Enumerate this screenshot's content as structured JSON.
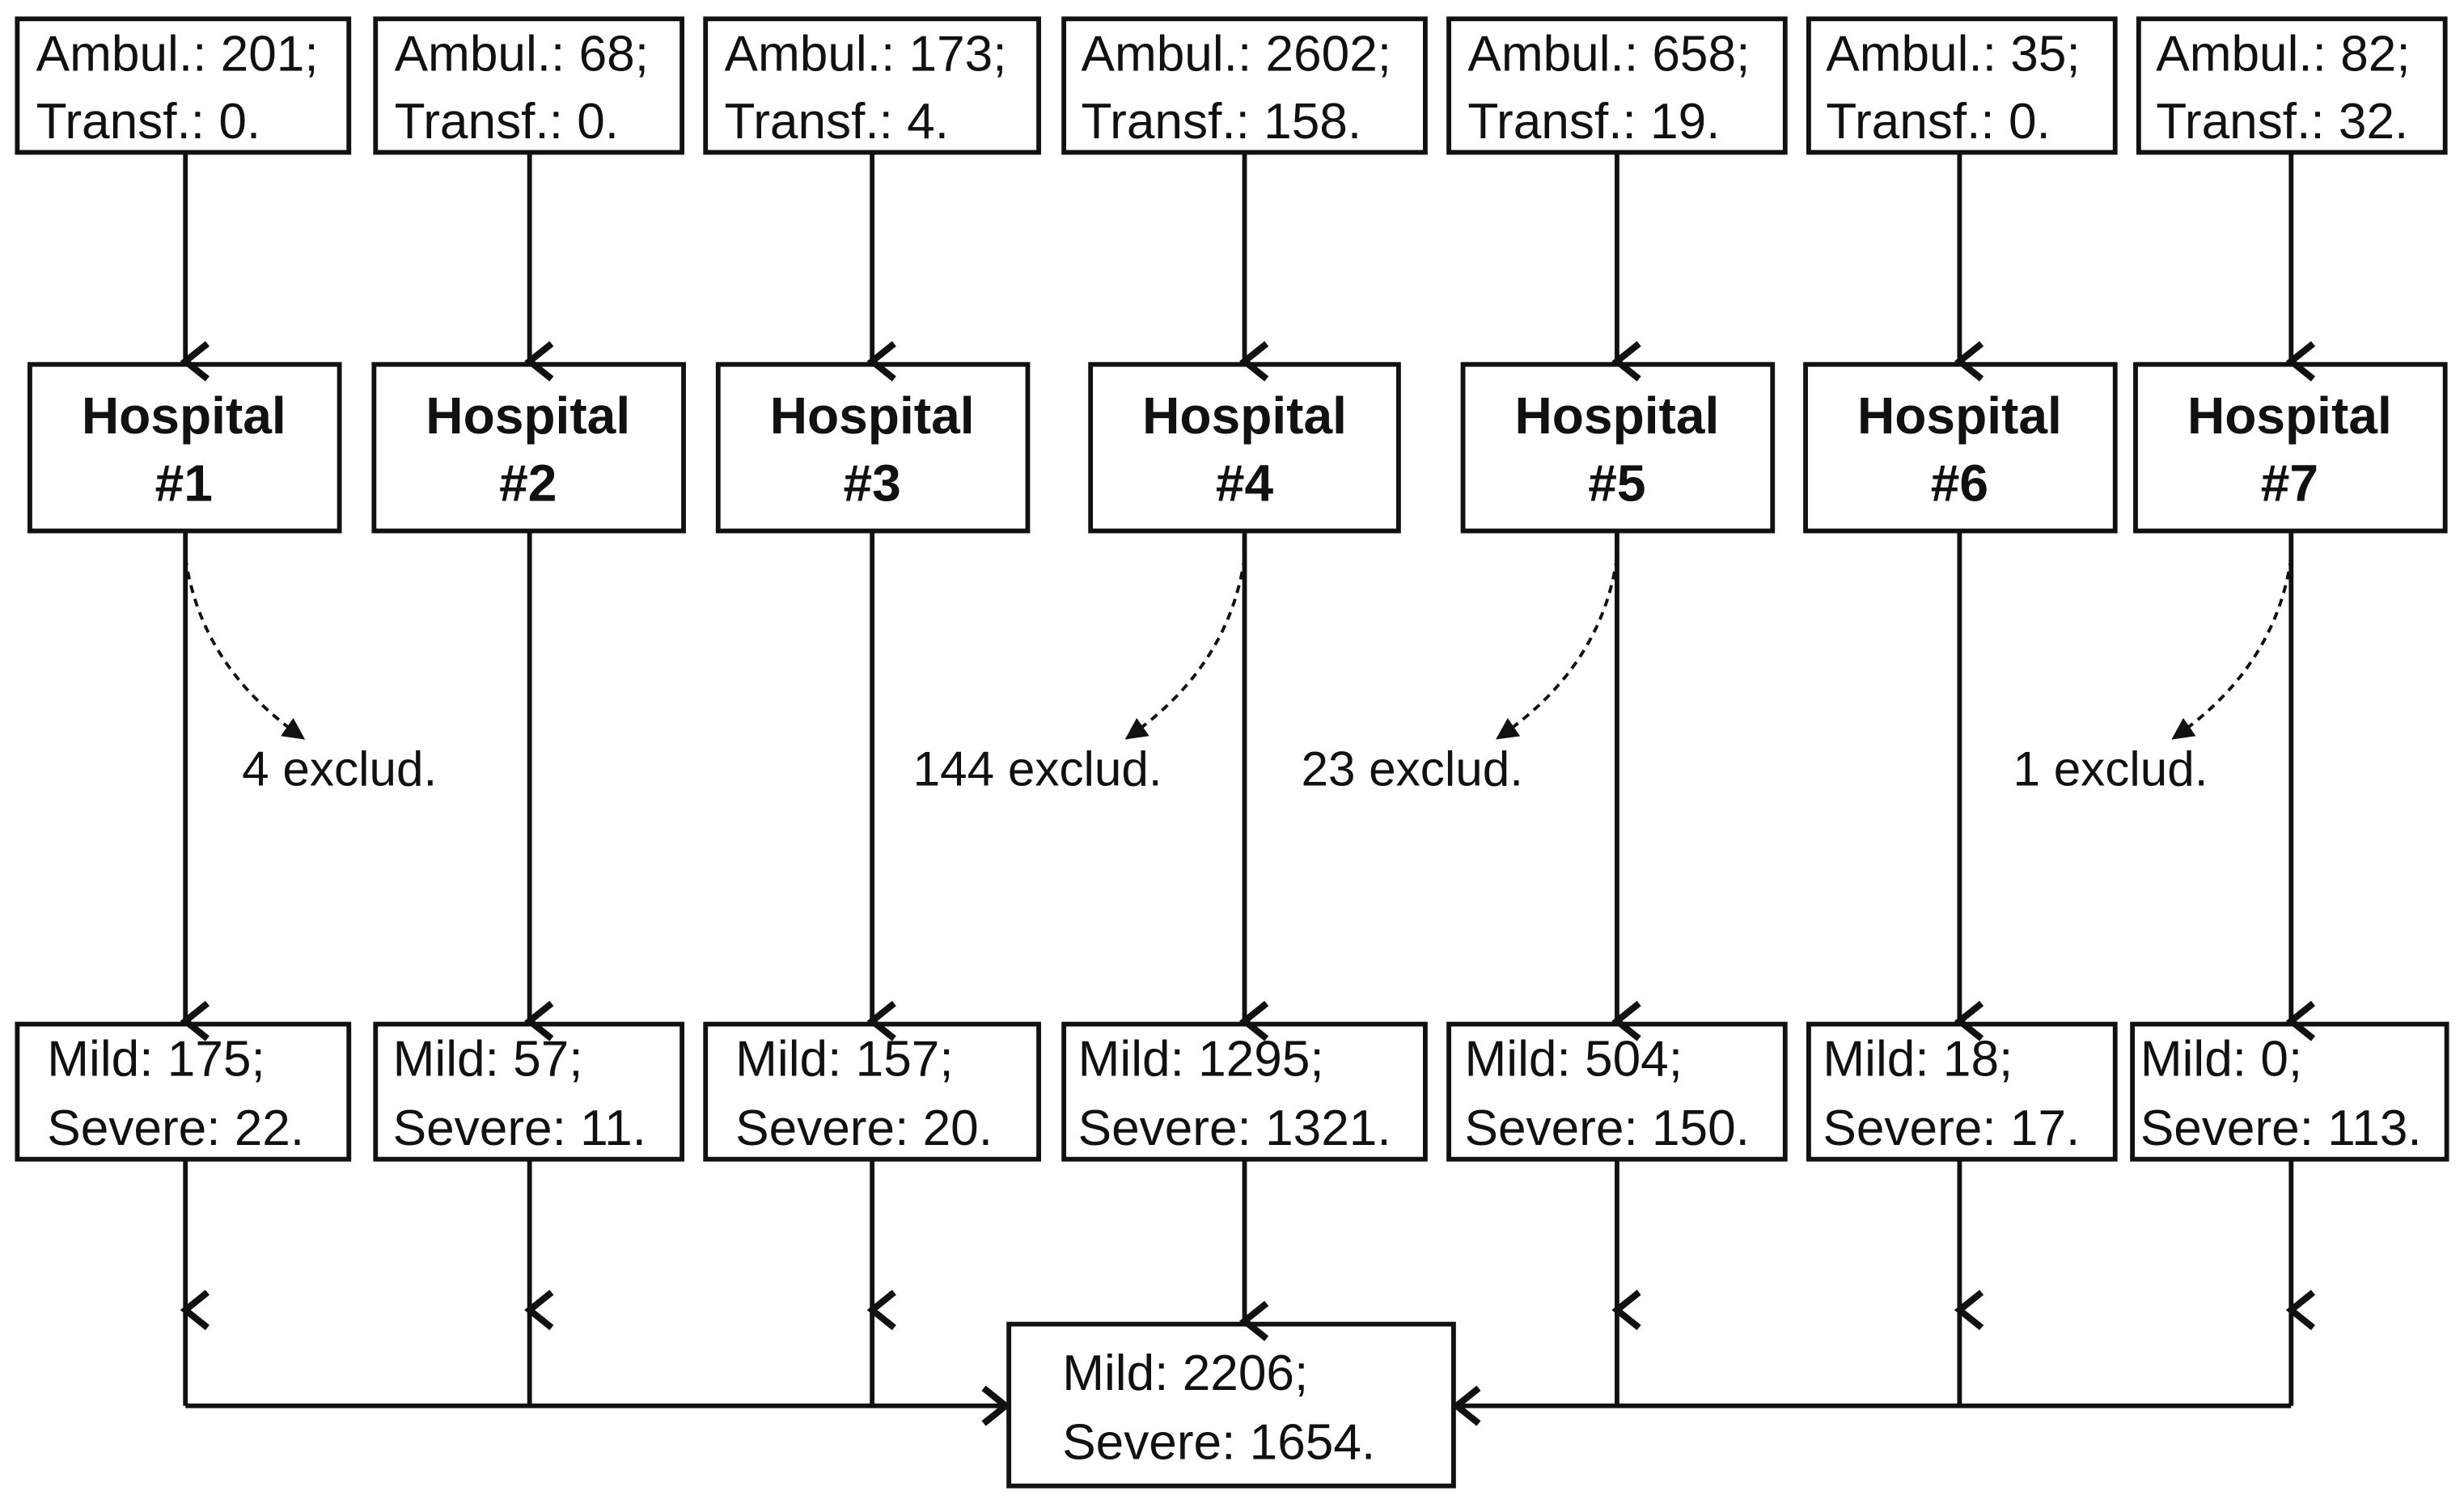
{
  "hospitals": [
    {
      "inflow_line1": "Ambul.: 201;",
      "inflow_line2": "Transf.: 0.",
      "name_line1": "Hospital",
      "name_line2": "#1",
      "excluded": "4 exclud.",
      "outcome_line1": "Mild: 175;",
      "outcome_line2": "Severe: 22."
    },
    {
      "inflow_line1": "Ambul.: 68;",
      "inflow_line2": "Transf.: 0.",
      "name_line1": "Hospital",
      "name_line2": "#2",
      "excluded": "",
      "outcome_line1": "Mild: 57;",
      "outcome_line2": "Severe: 11."
    },
    {
      "inflow_line1": "Ambul.: 173;",
      "inflow_line2": "Transf.: 4.",
      "name_line1": "Hospital",
      "name_line2": "#3",
      "excluded": "",
      "outcome_line1": "Mild: 157;",
      "outcome_line2": "Severe: 20."
    },
    {
      "inflow_line1": "Ambul.: 2602;",
      "inflow_line2": "Transf.: 158.",
      "name_line1": "Hospital",
      "name_line2": "#4",
      "excluded": "144 exclud.",
      "outcome_line1": "Mild: 1295;",
      "outcome_line2": "Severe: 1321."
    },
    {
      "inflow_line1": "Ambul.: 658;",
      "inflow_line2": "Transf.: 19.",
      "name_line1": "Hospital",
      "name_line2": "#5",
      "excluded": "23 exclud.",
      "outcome_line1": "Mild: 504;",
      "outcome_line2": "Severe: 150."
    },
    {
      "inflow_line1": "Ambul.: 35;",
      "inflow_line2": "Transf.: 0.",
      "name_line1": "Hospital",
      "name_line2": "#6",
      "excluded": "",
      "outcome_line1": "Mild: 18;",
      "outcome_line2": "Severe: 17."
    },
    {
      "inflow_line1": "Ambul.: 82;",
      "inflow_line2": "Transf.: 32.",
      "name_line1": "Hospital",
      "name_line2": "#7",
      "excluded": "1 exclud.",
      "outcome_line1": "Mild: 0;",
      "outcome_line2": "Severe: 113."
    }
  ],
  "total": {
    "line1": "Mild: 2206;",
    "line2": "Severe: 1654."
  },
  "colors": {
    "stroke": "#111111",
    "background": "#ffffff"
  }
}
